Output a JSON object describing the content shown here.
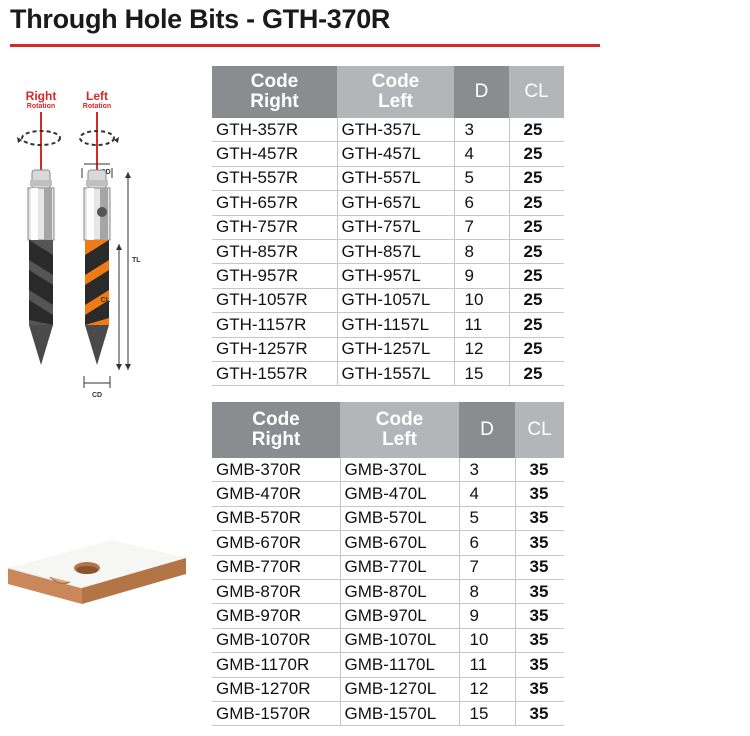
{
  "title": "Through Hole Bits - GTH-370R",
  "colors": {
    "accent_red": "#d42a2a",
    "header_dark": "#8a8c90",
    "header_light": "#b3b5b9",
    "bit_orange": "#f07a16",
    "bit_black": "#2a2a2a"
  },
  "illustration": {
    "right_label": "Right",
    "right_sublabel": "Rotation",
    "left_label": "Left",
    "left_sublabel": "Rotation",
    "sd_label": "SD",
    "tl_label": "TL",
    "cl_label": "CL",
    "cd_label": "CD"
  },
  "table1": {
    "headers": {
      "code_right": [
        "Code",
        "Right"
      ],
      "code_left": [
        "Code",
        "Left"
      ],
      "d": "D",
      "cl": "CL"
    },
    "rows": [
      [
        "GTH-357R",
        "GTH-357L",
        "3",
        "25"
      ],
      [
        "GTH-457R",
        "GTH-457L",
        "4",
        "25"
      ],
      [
        "GTH-557R",
        "GTH-557L",
        "5",
        "25"
      ],
      [
        "GTH-657R",
        "GTH-657L",
        "6",
        "25"
      ],
      [
        "GTH-757R",
        "GTH-757L",
        "7",
        "25"
      ],
      [
        "GTH-857R",
        "GTH-857L",
        "8",
        "25"
      ],
      [
        "GTH-957R",
        "GTH-957L",
        "9",
        "25"
      ],
      [
        "GTH-1057R",
        "GTH-1057L",
        "10",
        "25"
      ],
      [
        "GTH-1157R",
        "GTH-1157L",
        "11",
        "25"
      ],
      [
        "GTH-1257R",
        "GTH-1257L",
        "12",
        "25"
      ],
      [
        "GTH-1557R",
        "GTH-1557L",
        "15",
        "25"
      ]
    ]
  },
  "table2": {
    "headers": {
      "code_right": [
        "Code",
        "Right"
      ],
      "code_left": [
        "Code",
        "Left"
      ],
      "d": "D",
      "cl": "CL"
    },
    "rows": [
      [
        "GMB-370R",
        "GMB-370L",
        "3",
        "35"
      ],
      [
        "GMB-470R",
        "GMB-470L",
        "4",
        "35"
      ],
      [
        "GMB-570R",
        "GMB-570L",
        "5",
        "35"
      ],
      [
        "GMB-670R",
        "GMB-670L",
        "6",
        "35"
      ],
      [
        "GMB-770R",
        "GMB-770L",
        "7",
        "35"
      ],
      [
        "GMB-870R",
        "GMB-870L",
        "8",
        "35"
      ],
      [
        "GMB-970R",
        "GMB-970L",
        "9",
        "35"
      ],
      [
        "GMB-1070R",
        "GMB-1070L",
        "10",
        "35"
      ],
      [
        "GMB-1170R",
        "GMB-1170L",
        "11",
        "35"
      ],
      [
        "GMB-1270R",
        "GMB-1270L",
        "12",
        "35"
      ],
      [
        "GMB-1570R",
        "GMB-1570L",
        "15",
        "35"
      ]
    ]
  }
}
